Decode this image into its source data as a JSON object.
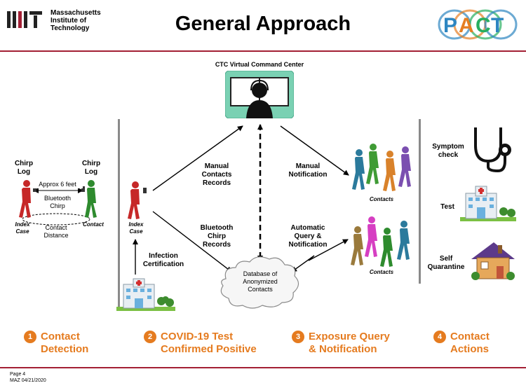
{
  "header": {
    "mit_text": [
      "Massachusetts",
      "Institute of",
      "Technology"
    ],
    "title": "General Approach",
    "pact_logo": "PACT",
    "colors": {
      "mit": "#a31f34",
      "pact_p": "#2e86c1",
      "pact_a": "#e67e22",
      "pact_c": "#27ae60",
      "pact_t": "#2e86c1",
      "accent": "#e57b1f",
      "rule": "#a31f34"
    }
  },
  "diagram": {
    "command_center": "CTC Virtual Command Center",
    "chirp_log_left": [
      "Chirp",
      "Log"
    ],
    "chirp_log_right": [
      "Chirp",
      "Log"
    ],
    "approx": "Approx 6 feet",
    "bluetooth_chirp": [
      "Bluetooth",
      "Chirp"
    ],
    "index_case": [
      "Index",
      "Case"
    ],
    "contact": "Contact",
    "contact_distance": [
      "Contact",
      "Distance"
    ],
    "index_case_2": [
      "Index",
      "Case"
    ],
    "infection_cert": [
      "Infection",
      "Certification"
    ],
    "manual_contacts": [
      "Manual",
      "Contacts",
      "Records"
    ],
    "bluetooth_records": [
      "Bluetooth",
      "Chirp",
      "Records"
    ],
    "database": [
      "Database of",
      "Anonymized",
      "Contacts"
    ],
    "manual_notification": [
      "Manual",
      "Notification"
    ],
    "auto_query": [
      "Automatic",
      "Query &",
      "Notification"
    ],
    "contacts_top": "Contacts",
    "contacts_bottom": "Contacts",
    "symptom_check": [
      "Symptom",
      "check"
    ],
    "test": "Test",
    "self_quarantine": [
      "Self",
      "Quarantine"
    ]
  },
  "steps": [
    {
      "num": "1",
      "line1": "Contact",
      "line2": "Detection"
    },
    {
      "num": "2",
      "line1": "COVID-19 Test",
      "line2": "Confirmed Positive"
    },
    {
      "num": "3",
      "line1": "Exposure Query",
      "line2": "& Notification"
    },
    {
      "num": "4",
      "line1": "Contact",
      "line2": "Actions"
    }
  ],
  "footer": {
    "page": "Page 4",
    "ref": "MAZ 04/21/2020"
  }
}
